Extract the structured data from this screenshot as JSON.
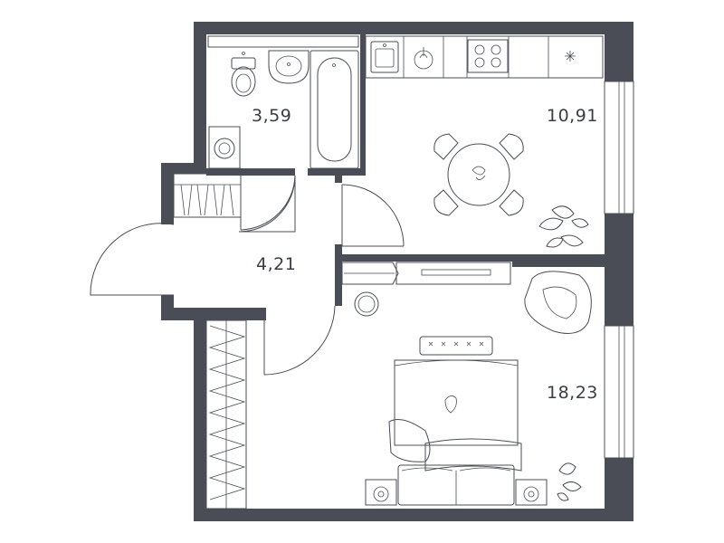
{
  "rooms": {
    "bathroom": {
      "area": "3,59"
    },
    "kitchen": {
      "area": "10,91"
    },
    "hallway": {
      "area": "4,21"
    },
    "bedroom": {
      "area": "18,23"
    }
  },
  "colors": {
    "wall": "#4a4d55",
    "background": "#ffffff",
    "text": "#3a3d45"
  },
  "icons": [
    "toilet-icon",
    "sink-icon",
    "bathtub-icon",
    "washing-machine-icon",
    "kitchen-sink-icon",
    "stove-icon",
    "dining-table-icon",
    "plant-icon",
    "armchair-icon",
    "bed-icon",
    "sofa-icon",
    "wardrobe-icon"
  ]
}
